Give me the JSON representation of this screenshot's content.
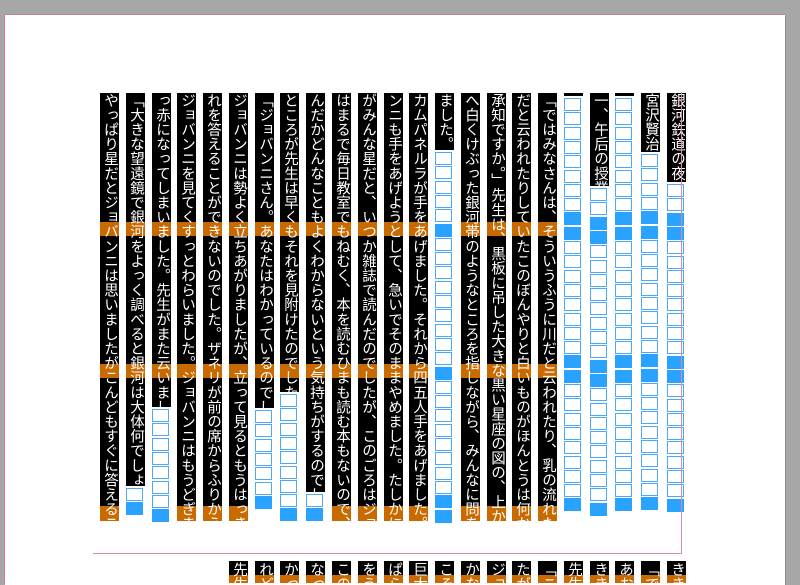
{
  "document": {
    "columns": [
      {
        "text": "銀河鉄道の夜",
        "text_end": 182,
        "dark_until": 182
      },
      {
        "text": "宮沢賢治",
        "text_end": 152,
        "dark_until": 152
      },
      {
        "text": "",
        "text_end": 96,
        "dark_until": 96
      },
      {
        "text": "一、午后の授業",
        "text_end": 186,
        "dark_until": 186
      },
      {
        "text": "",
        "text_end": 96,
        "dark_until": 96
      },
      {
        "text": "「ではみなさんは、そういうふうに川だと云われたり、乳の流れたあと",
        "text_end": 521,
        "dark_until": 521
      },
      {
        "text": "だと云われたりしていたこのぼんやりと白いものがほんとうは何かご",
        "text_end": 521,
        "dark_until": 521
      },
      {
        "text": "承知ですか。」先生は、黒板に吊した大きな黒い星座の図の、上から下",
        "text_end": 521,
        "dark_until": 521
      },
      {
        "text": "へ白くけぶった銀河帯のようなところを指しながら、みんなに問をかけ",
        "text_end": 521,
        "dark_until": 521
      },
      {
        "text": "ました。",
        "text_end": 150,
        "dark_until": 150
      },
      {
        "text": "カムパネルラが手をあげました。それから四五人手をあげました。ジョバ",
        "text_end": 521,
        "dark_until": 521
      },
      {
        "text": "ンニも手をあげようとして、急いでそのままやめました。たしかにあれ",
        "text_end": 521,
        "dark_until": 521
      },
      {
        "text": "がみんな星だと、いつか雑誌で読んだのでしたが、このごろはジョバンニ",
        "text_end": 521,
        "dark_until": 521
      },
      {
        "text": "はまるで毎日教室でもねむく、本を読むひまも読む本もないので、な",
        "text_end": 521,
        "dark_until": 521
      },
      {
        "text": "んだかどんなこともよくわからないという気持ちがするのでした。",
        "text_end": 492,
        "dark_until": 492
      },
      {
        "text": "ところが先生は早くもそれを見附けたのでした。",
        "text_end": 392,
        "dark_until": 392
      },
      {
        "text": "「ジョバンニさん。あなたはわかっているのでしょう。」",
        "text_end": 408,
        "dark_until": 408
      },
      {
        "text": "ジョバンニは勢よく立ちあがりましたが、立って見るともうはっきりとそ",
        "text_end": 521,
        "dark_until": 521
      },
      {
        "text": "れを答えることができないのでした。ザネリが前の席からふりかえって、",
        "text_end": 521,
        "dark_until": 521
      },
      {
        "text": "ジョバンニを見てくすっとわらいました。ジョバンニはもうどぎまぎしてま",
        "text_end": 521,
        "dark_until": 521
      },
      {
        "text": "っ赤になってしまいました。先生がまた云いました。",
        "text_end": 407,
        "dark_until": 407
      },
      {
        "text": "「大きな望遠鏡で銀河をよっく調べると銀河は大体何でしょう。」",
        "text_end": 486,
        "dark_until": 486
      },
      {
        "text": "やっぱり星だとジョバンニは思いましたがこんどもすぐに答えることが",
        "text_end": 521,
        "dark_until": 521
      }
    ],
    "bottom_columns": [
      {
        "text": "きき"
      },
      {
        "text": "「で"
      },
      {
        "text": "あお"
      },
      {
        "text": "きき"
      },
      {
        "text": "先生"
      },
      {
        "text": "「こ"
      },
      {
        "text": "たが"
      },
      {
        "text": "ジョ"
      },
      {
        "text": "かな"
      },
      {
        "text": "こそ"
      },
      {
        "text": "巨大"
      },
      {
        "text": "ぱら"
      },
      {
        "text": "をう"
      },
      {
        "text": "この"
      },
      {
        "text": "なっ"
      },
      {
        "text": "かっ"
      },
      {
        "text": "れど"
      },
      {
        "text": "先生"
      }
    ]
  },
  "colors": {
    "pasteboard": "#a7a7a7",
    "text_frame": "#000000",
    "overset_band": "#c96a00",
    "frame_grid": "#4aa8ff",
    "grid_accent": "#29a3ff",
    "margin_guide": "#d98bb0"
  }
}
